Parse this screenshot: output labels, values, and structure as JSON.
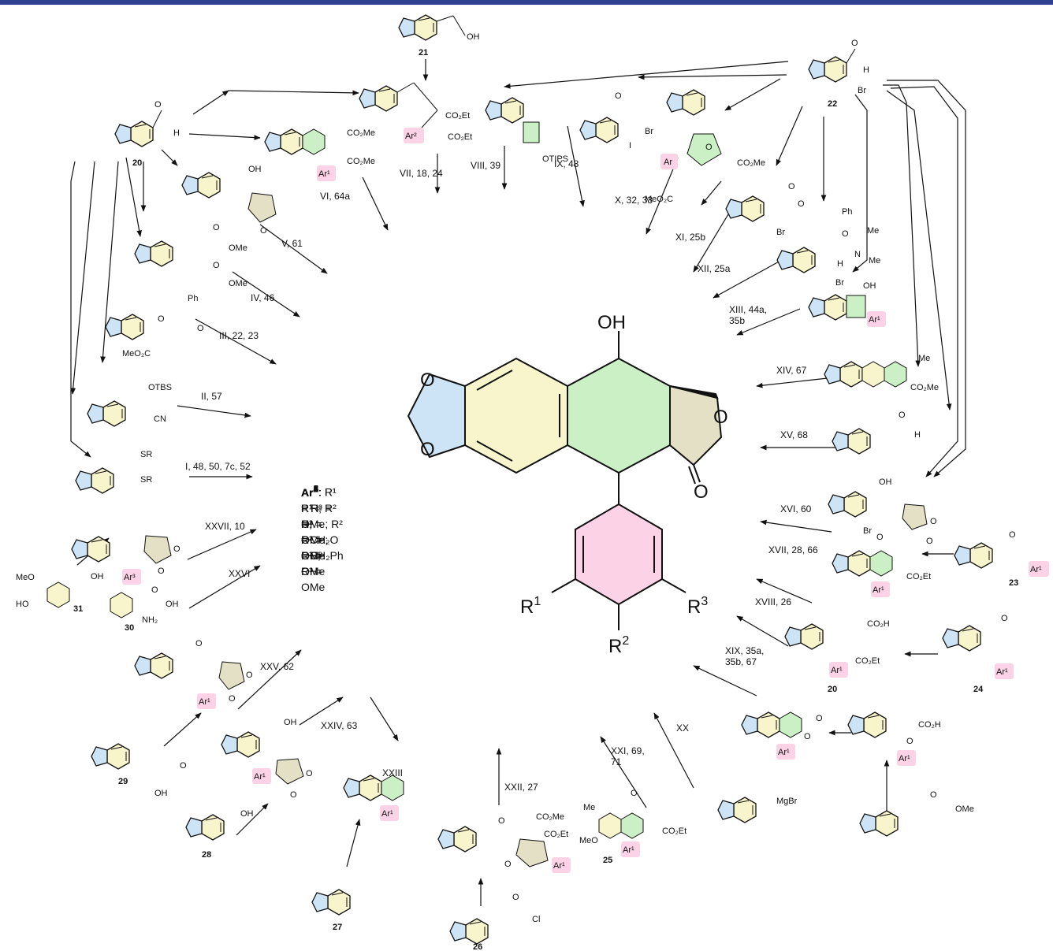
{
  "colors": {
    "header_bar": "#2e3f8f",
    "dioxole_blue": "#cde4f6",
    "arene_yellow": "#f8f4cc",
    "ring_green": "#ccf0c6",
    "lactone_khaki": "#e3e0c6",
    "aryl_pink": "#fcd3e6"
  },
  "core": {
    "oh": "OH",
    "o1": "O",
    "o2": "O",
    "o_ring": "O",
    "o_carbonyl": "O",
    "r1": "R",
    "r1_sup": "1",
    "r2": "R",
    "r2_sup": "2",
    "r3": "R",
    "r3_sup": "3"
  },
  "legend": [
    {
      "ar": "Ar",
      "sup": "1",
      "text": ": R¹ = R² = R³ = OMe"
    },
    {
      "ar": "Ar",
      "sup": "2",
      "text": ": R¹ = R³ = OMe; R² = OH"
    },
    {
      "ar": "Ar",
      "sup": "3",
      "text": ": R¹ = H; R² = OH; R³ = OMe"
    },
    {
      "ar": "Ar",
      "sup": "4",
      "text": ": R¹ = R³ = OMe; R² = OCH₂Ph"
    },
    {
      "ar": "Ar",
      "sup": "5",
      "text": ": R¹ = H; R² = OCH₂O = R³"
    },
    {
      "ar": "Ar",
      "sup": "6",
      "text": ": R¹ = H; R² = R³ = OMe"
    }
  ],
  "compounds": {
    "c20": "20",
    "c21": "21",
    "c22": "22",
    "c23": "23",
    "c24": "24",
    "c25": "25",
    "c26": "26",
    "c27": "27",
    "c28": "28",
    "c29": "29",
    "c30": "30",
    "c31": "31",
    "c20b": "20"
  },
  "routes": {
    "r1": "I, 48, 50, 7c, 52",
    "r2": "II, 57",
    "r3": "III, 22, 23",
    "r4": "IV, 46",
    "r5": "V, 61",
    "r6": "VI, 64a",
    "r7": "VII, 18, 24",
    "r8": "VIII, 39",
    "r9": "IX, 48",
    "r10": "X, 32, 33",
    "r11": "XI, 25b",
    "r12": "XII, 25a",
    "r13a": "XIII, 44a,",
    "r13b": "35b",
    "r14": "XIV, 67",
    "r15": "XV, 68",
    "r16": "XVI, 60",
    "r17": "XVII, 28, 66",
    "r18": "XVIII, 26",
    "r19a": "XIX, 35a,",
    "r19b": "35b, 67",
    "r20": "XX",
    "r21a": "XXI, 69,",
    "r21b": "71",
    "r22": "XXII, 27",
    "r23": "XXIII",
    "r24": "XXIV, 63",
    "r25": "XXV, 62",
    "r26": "XXVI",
    "r27": "XXVII, 10"
  },
  "labels": {
    "oh": "OH",
    "h": "H",
    "co2me": "CO₂Me",
    "co2et": "CO₂Et",
    "ome": "OMe",
    "ph": "Ph",
    "meo2c": "MeO₂C",
    "otbs": "OTBS",
    "cn": "CN",
    "sr": "SR",
    "otips": "OTIPS",
    "br": "Br",
    "i": "I",
    "me": "Me",
    "n": "N",
    "o": "O",
    "ar": "Ar",
    "ar1": "Ar¹",
    "ar2": "Ar²",
    "ar3": "Ar³",
    "co2h": "CO₂H",
    "meo": "MeO",
    "ho": "HO",
    "nh2": "NH₂",
    "mgbr": "MgBr",
    "cl": "Cl"
  }
}
